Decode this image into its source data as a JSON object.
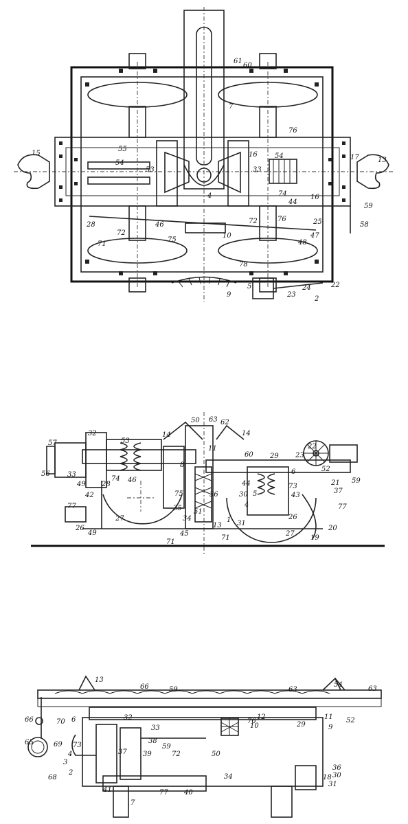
{
  "figures": [
    {
      "name": "plan-view",
      "labels": [
        "61",
        "60",
        "7",
        "76",
        "15",
        "55",
        "54",
        "53",
        "33",
        "16",
        "54",
        "17",
        "13",
        "4",
        "74",
        "44",
        "16",
        "59",
        "58",
        "25",
        "28",
        "72",
        "46",
        "72",
        "76",
        "47",
        "48",
        "71",
        "75",
        "10",
        "78",
        "22",
        "24",
        "23",
        "2",
        "9",
        "5"
      ]
    },
    {
      "name": "side-elevation",
      "labels": [
        "50",
        "63",
        "62",
        "14",
        "14",
        "57",
        "32",
        "53",
        "11",
        "60",
        "29",
        "22",
        "23",
        "56",
        "33",
        "74",
        "46",
        "8",
        "44",
        "6",
        "59",
        "49",
        "28",
        "42",
        "75",
        "36",
        "30",
        "5",
        "73",
        "21",
        "37",
        "52",
        "77",
        "35",
        "34",
        "51",
        "1",
        "43",
        "4",
        "26",
        "77",
        "26",
        "49",
        "27",
        "45",
        "13",
        "31",
        "71",
        "71",
        "27",
        "20",
        "19"
      ]
    },
    {
      "name": "front-elevation",
      "labels": [
        "13",
        "66",
        "59",
        "63",
        "54",
        "63",
        "70",
        "32",
        "76",
        "12",
        "29",
        "9",
        "66",
        "6",
        "33",
        "10",
        "52",
        "73",
        "37",
        "38",
        "11",
        "69",
        "4",
        "3",
        "39",
        "59",
        "72",
        "50",
        "65",
        "2",
        "36",
        "30",
        "68",
        "41",
        "77",
        "40",
        "34",
        "7",
        "18",
        "31"
      ]
    }
  ]
}
